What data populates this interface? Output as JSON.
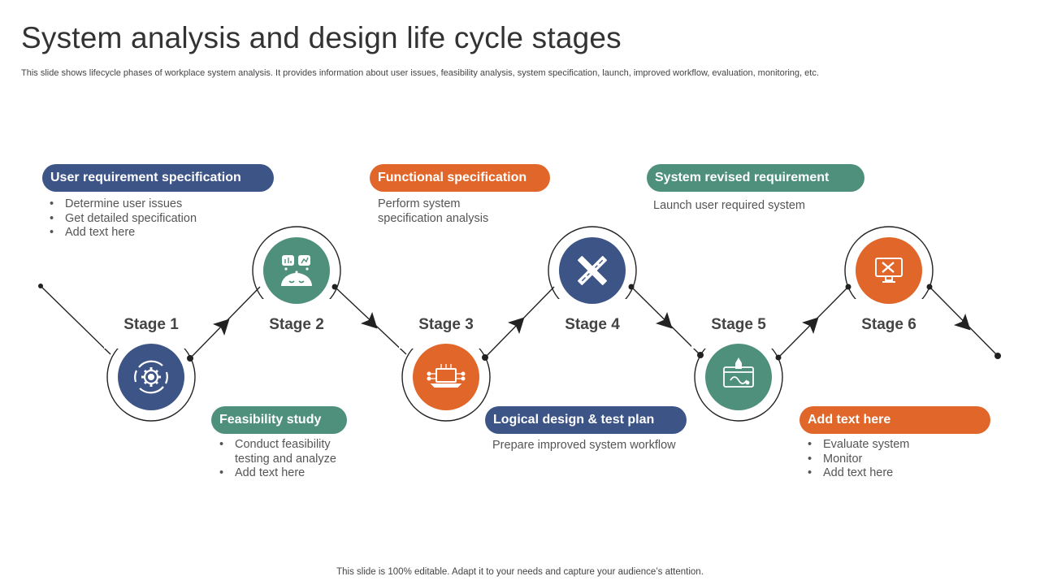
{
  "slide": {
    "title": "System analysis and design life cycle stages",
    "subtitle": "This slide shows lifecycle phases of workplace system analysis. It provides information about user issues, feasibility analysis, system specification, launch, improved workflow, evaluation, monitoring, etc.",
    "footer": "This slide is 100% editable. Adapt it to your needs and capture your audience’s attention."
  },
  "colors": {
    "blue": "#3d5487",
    "orange": "#e0662a",
    "green": "#4e907c",
    "line": "#222222"
  },
  "stages": [
    {
      "label": "Stage 1",
      "icon": "gear-cycle-icon",
      "color": "blue"
    },
    {
      "label": "Stage 2",
      "icon": "user-ideas-icon",
      "color": "green"
    },
    {
      "label": "Stage 3",
      "icon": "laptop-network-icon",
      "color": "orange"
    },
    {
      "label": "Stage 4",
      "icon": "ruler-pencil-icon",
      "color": "blue"
    },
    {
      "label": "Stage 5",
      "icon": "rocket-launch-board-icon",
      "color": "green"
    },
    {
      "label": "Stage 6",
      "icon": "monitor-tools-icon",
      "color": "orange"
    }
  ],
  "cards": [
    {
      "title": "User requirement specification",
      "color": "blue",
      "bullets": [
        "Determine user issues",
        "Get detailed specification",
        "Add text here"
      ]
    },
    {
      "title": "Feasibility study",
      "color": "green",
      "bullets": [
        "Conduct feasibility testing and analyze",
        "Add text here"
      ]
    },
    {
      "title": "Functional specification",
      "color": "orange",
      "text": "Perform system specification analysis"
    },
    {
      "title": "Logical design & test plan",
      "color": "blue",
      "text": "Prepare improved system workflow"
    },
    {
      "title": "System  revised requirement",
      "color": "green",
      "text": "Launch user required system"
    },
    {
      "title": "Add text here",
      "color": "orange",
      "bullets": [
        "Evaluate system",
        "Monitor",
        "Add text here"
      ]
    }
  ]
}
